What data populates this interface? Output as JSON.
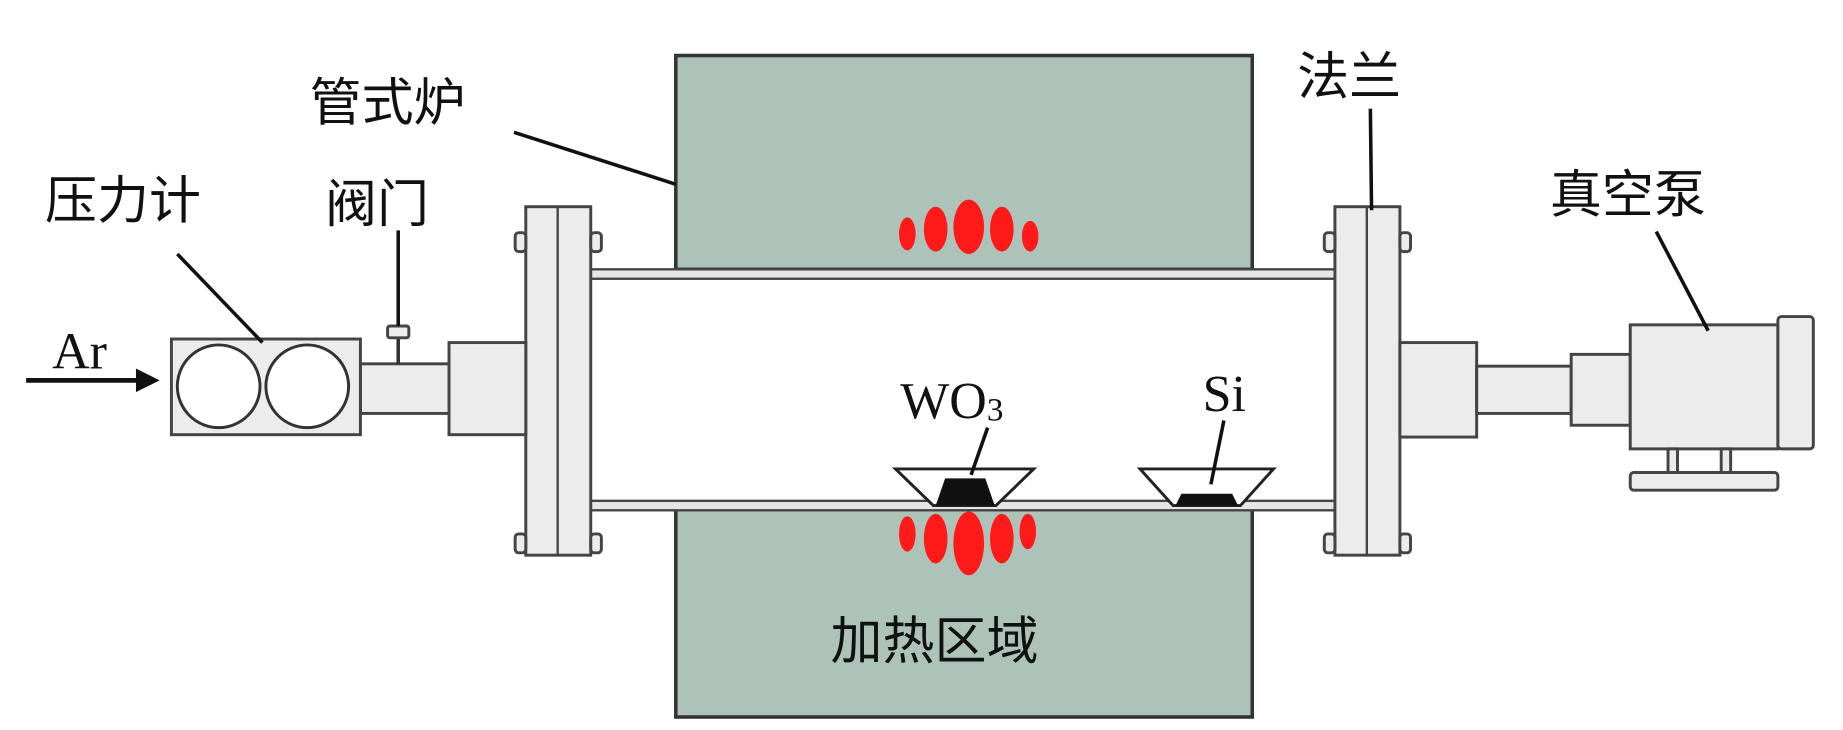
{
  "labels": {
    "tube_furnace": "管式炉",
    "valve": "阀门",
    "pressure_gauge": "压力计",
    "flange": "法兰",
    "vacuum_pump": "真空泵",
    "heating_zone": "加热区域",
    "gas_inlet": "Ar",
    "source_material": "WO",
    "source_subscript": "3",
    "substrate": "Si"
  },
  "colors": {
    "furnace": "#adc3ba",
    "heat_spots": "#ff1a1a",
    "parts": "#ececec",
    "material": "#111111"
  }
}
